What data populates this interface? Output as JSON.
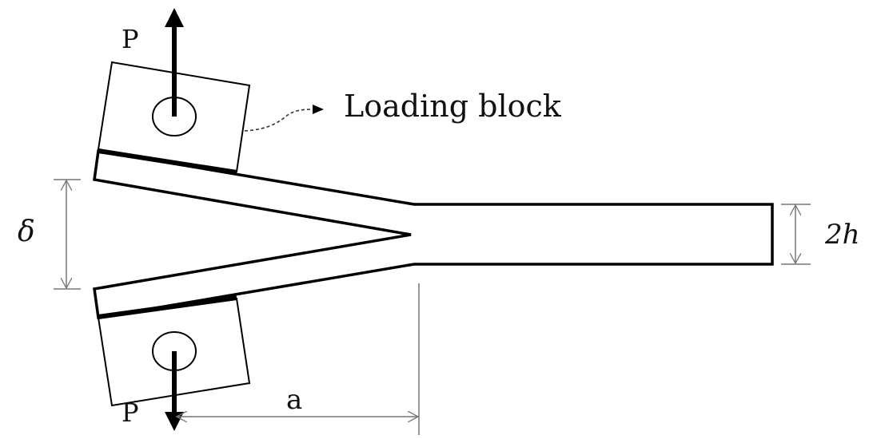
{
  "labels": {
    "load_top": "P",
    "load_bottom": "P",
    "loading_block": "Loading block",
    "opening": "δ",
    "thickness": "2h",
    "crack_length": "a"
  },
  "colors": {
    "line": "#000000",
    "dimension": "#777777"
  }
}
